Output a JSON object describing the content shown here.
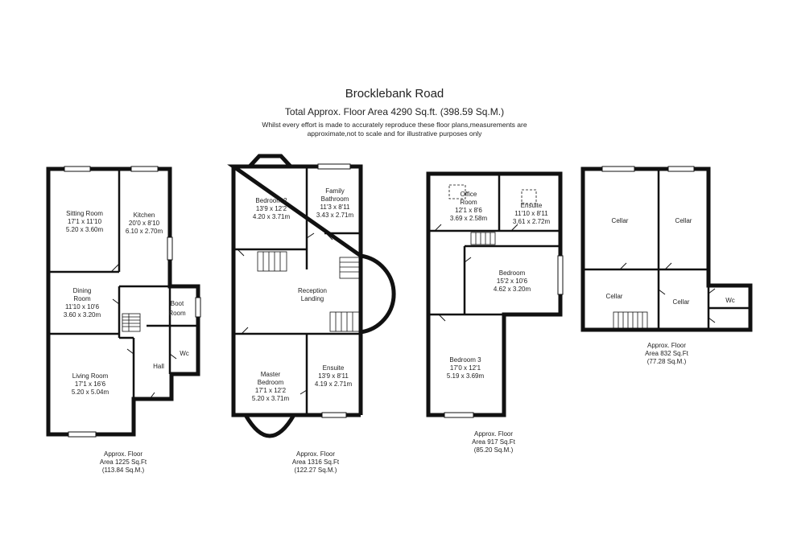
{
  "header": {
    "title": "Brocklebank Road",
    "subtitle": "Total Approx. Floor Area 4290 Sq.ft. (398.59 Sq.M.)",
    "disclaimer_1": "Whilst every effort is made to accurately reproduce these floor plans,measurements are",
    "disclaimer_2": "approximate,not to scale and for illustrative purposes only"
  },
  "floors": [
    {
      "rooms": [
        {
          "id": "sitting",
          "lines": [
            "Sitting Room",
            "17'1 x 11'10",
            "5.20 x 3.60m"
          ]
        },
        {
          "id": "kitchen",
          "lines": [
            "Kitchen",
            "20'0 x 8'10",
            "6.10 x 2.70m"
          ]
        },
        {
          "id": "dining",
          "lines": [
            "Dining",
            "Room",
            "11'10 x 10'6",
            "3.60 x 3.20m"
          ]
        },
        {
          "id": "boot",
          "lines": [
            "Boot",
            "Room"
          ]
        },
        {
          "id": "hall",
          "lines": [
            "Hall"
          ]
        },
        {
          "id": "wc",
          "lines": [
            "Wc"
          ]
        },
        {
          "id": "living",
          "lines": [
            "Living Room",
            "17'1 x 16'6",
            "5.20 x 5.04m"
          ]
        }
      ],
      "caption": [
        "Approx. Floor",
        "Area 1225 Sq.Ft",
        "(113.84 Sq.M.)"
      ]
    },
    {
      "rooms": [
        {
          "id": "bed2",
          "lines": [
            "Bedroom 2",
            "13'9 x 12'2",
            "4.20 x 3.71m"
          ]
        },
        {
          "id": "bath",
          "lines": [
            "Family",
            "Bathroom",
            "11'3 x 8'11",
            "3.43 x 2.71m"
          ]
        },
        {
          "id": "landing",
          "lines": [
            "Reception",
            "Landing"
          ]
        },
        {
          "id": "master",
          "lines": [
            "Master",
            "Bedroom",
            "17'1 x 12'2",
            "5.20 x 3.71m"
          ]
        },
        {
          "id": "ensuite1",
          "lines": [
            "Ensuite",
            "13'9 x 8'11",
            "4.19 x 2.71m"
          ]
        }
      ],
      "caption": [
        "Approx. Floor",
        "Area 1316 Sq.Ft",
        "(122.27 Sq.M.)"
      ]
    },
    {
      "rooms": [
        {
          "id": "office",
          "lines": [
            "Office",
            "Room",
            "12'1 x 8'6",
            "3.69 x 2.58m"
          ]
        },
        {
          "id": "ensuite2",
          "lines": [
            "Ensuite",
            "11'10 x 8'11",
            "3.61 x 2.72m"
          ]
        },
        {
          "id": "bedroom",
          "lines": [
            "Bedroom",
            "15'2 x 10'6",
            "4.62 x 3.20m"
          ]
        },
        {
          "id": "bed3",
          "lines": [
            "Bedroom 3",
            "17'0 x 12'1",
            "5.19 x 3.69m"
          ]
        }
      ],
      "caption": [
        "Approx. Floor",
        "Area 917 Sq.Ft",
        "(85.20 Sq.M.)"
      ]
    },
    {
      "rooms": [
        {
          "id": "cellar1",
          "lines": [
            "Cellar"
          ]
        },
        {
          "id": "cellar2",
          "lines": [
            "Cellar"
          ]
        },
        {
          "id": "cellar3",
          "lines": [
            "Cellar"
          ]
        },
        {
          "id": "cellar4",
          "lines": [
            "Cellar"
          ]
        },
        {
          "id": "wc2",
          "lines": [
            "Wc"
          ]
        }
      ],
      "caption": [
        "Approx. Floor",
        "Area 832 Sq.Ft",
        "(77.28 Sq.M.)"
      ]
    }
  ]
}
